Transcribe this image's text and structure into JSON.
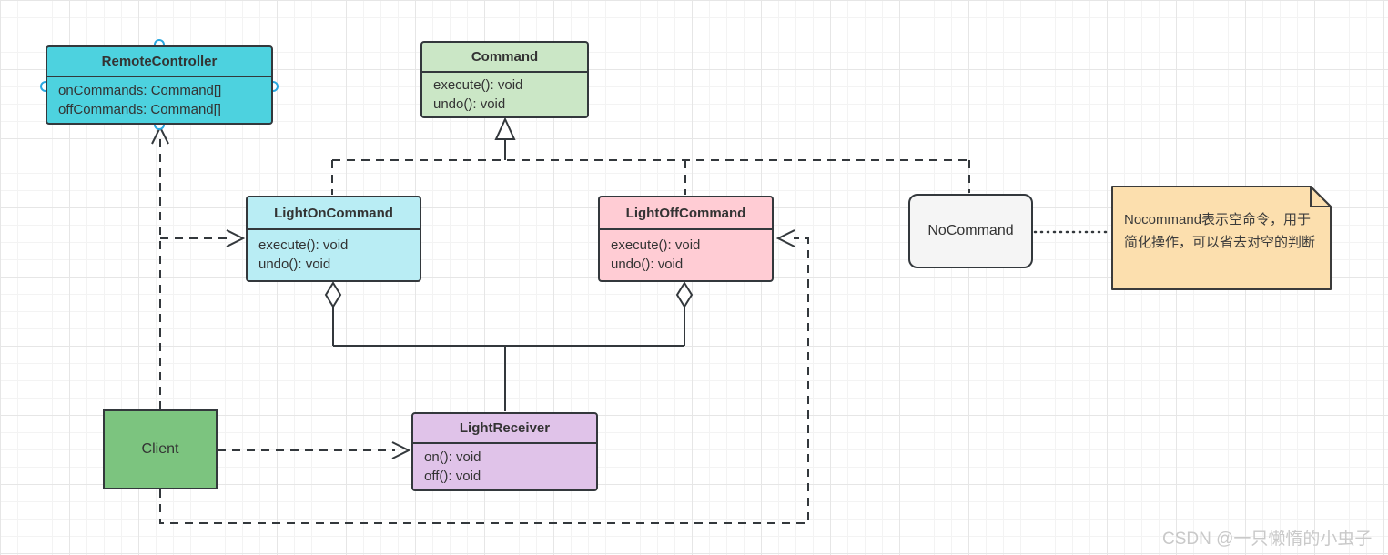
{
  "diagram": {
    "classes": {
      "remote_controller": {
        "title": "RemoteController",
        "members": [
          "onCommands: Command[]",
          "offCommands: Command[]"
        ],
        "fill": "#4dd2df"
      },
      "command": {
        "title": "Command",
        "members": [
          "execute(): void",
          "undo(): void"
        ],
        "fill": "#cbe7c6"
      },
      "light_on_command": {
        "title": "LightOnCommand",
        "members": [
          "execute(): void",
          "undo(): void"
        ],
        "fill": "#b9edf4"
      },
      "light_off_command": {
        "title": "LightOffCommand",
        "members": [
          "execute(): void",
          "undo(): void"
        ],
        "fill": "#ffccd4"
      },
      "light_receiver": {
        "title": "LightReceiver",
        "members": [
          "on(): void",
          "off(): void"
        ],
        "fill": "#e0c3e9"
      },
      "no_command": {
        "title": "NoCommand",
        "fill": "#f5f5f5"
      },
      "client": {
        "title": "Client",
        "fill": "#7cc47f"
      }
    },
    "note": {
      "text": "Nocommand表示空命令，用于简化操作，可以省去对空的判断",
      "fill": "#fcdfae"
    },
    "relationships": [
      {
        "from": "Client",
        "to": "RemoteController",
        "type": "dependency-dashed-open-arrow"
      },
      {
        "from": "Client",
        "to": "LightOnCommand",
        "type": "dependency-dashed-open-arrow"
      },
      {
        "from": "Client",
        "to": "LightOffCommand",
        "type": "dependency-dashed-open-arrow"
      },
      {
        "from": "Client",
        "to": "LightReceiver",
        "type": "dependency-dashed-open-arrow"
      },
      {
        "from": "LightOnCommand",
        "to": "Command",
        "type": "realization-dashed-hollow-triangle"
      },
      {
        "from": "LightOffCommand",
        "to": "Command",
        "type": "realization-dashed-hollow-triangle"
      },
      {
        "from": "NoCommand",
        "to": "Command",
        "type": "realization-dashed-hollow-triangle"
      },
      {
        "from": "LightReceiver",
        "to": "LightOnCommand",
        "type": "aggregation-hollow-diamond"
      },
      {
        "from": "LightReceiver",
        "to": "LightOffCommand",
        "type": "aggregation-hollow-diamond"
      },
      {
        "from": "NoCommand",
        "to": "note",
        "type": "dotted-note-link"
      }
    ],
    "watermark": "CSDN @一只懒惰的小虫子",
    "colors": {
      "stroke": "#33383c",
      "selection_handle": "#29a8e0",
      "note_border": "#3b3b3b",
      "watermark_text": "#c9c9c9"
    }
  }
}
